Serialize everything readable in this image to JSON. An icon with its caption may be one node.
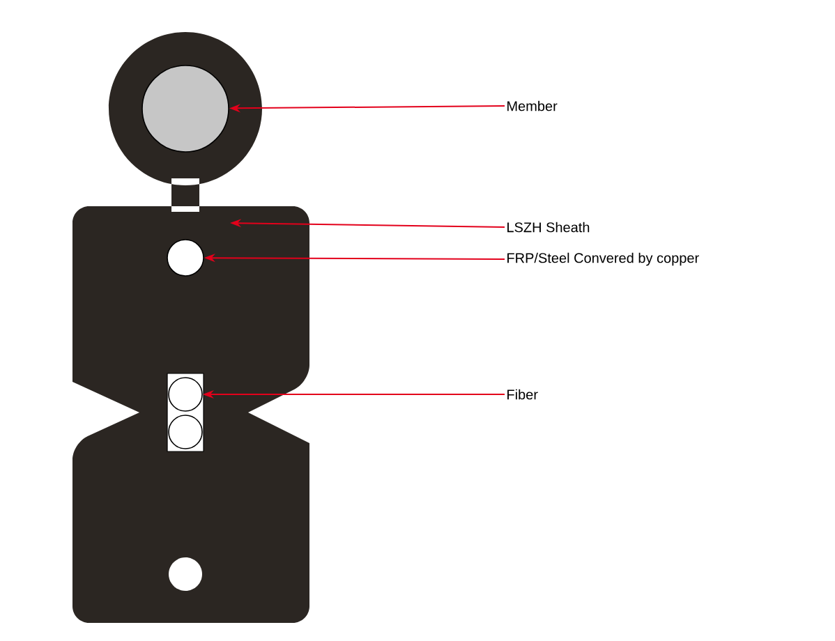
{
  "diagram": {
    "nodes": [
      {
        "text": [
          "Member"
        ]
      },
      {
        "text": [],
        "shape": "circle"
      },
      {
        "text": [
          "LSZH Sheath"
        ]
      },
      {
        "text": [
          "FRP/Steel Convered by copper"
        ]
      },
      {
        "text": [],
        "shape": "circle"
      },
      {
        "text": [
          "Fiber"
        ]
      },
      {
        "text": [],
        "shape": "circle"
      }
    ],
    "edges": [
      {
        "from": 0,
        "to": 1,
        "arrow": "to"
      },
      {
        "from": 2,
        "to": null,
        "arrow": "to"
      },
      {
        "from": 3,
        "to": 4,
        "arrow": "to"
      },
      {
        "from": 5,
        "to": 6,
        "arrow": "to"
      }
    ]
  }
}
